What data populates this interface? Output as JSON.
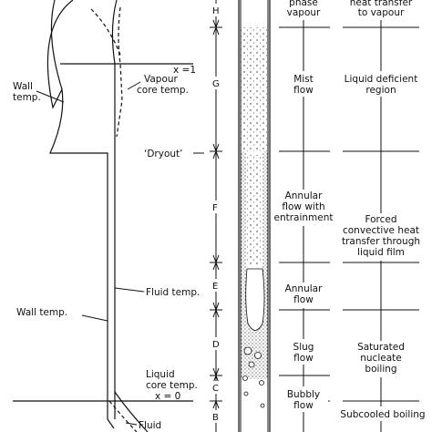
{
  "left_labels": {
    "x_one": "x =1",
    "wall_temp_top": [
      "Wall",
      "temp."
    ],
    "vapour_core_temp": [
      "Vapour",
      "core temp."
    ],
    "dryout": "‘Dryout’",
    "fluid_temp": "Fluid temp.",
    "wall_temp_bottom": "Wall temp.",
    "liquid_core_temp": [
      "Liquid",
      "core temp."
    ],
    "x_zero": "x = 0",
    "fluid_bottom": "Fluid"
  },
  "zones": [
    "H",
    "G",
    "F",
    "E",
    "D",
    "C",
    "B"
  ],
  "flow_regimes": {
    "top": [
      "phase",
      "vapour"
    ],
    "mist": [
      "Mist",
      "flow"
    ],
    "annular_entrainment": [
      "Annular",
      "flow with",
      "entrainment"
    ],
    "annular": [
      "Annular",
      "flow"
    ],
    "slug": [
      "Slug",
      "flow"
    ],
    "bubbly": [
      "Bubbly",
      "flow"
    ]
  },
  "heat_transfer": {
    "top": [
      "heat transfer",
      "to vapour"
    ],
    "liquid_deficient": [
      "Liquid deficient",
      "region"
    ],
    "forced_convective": [
      "Forced",
      "convective heat",
      "transfer through",
      "liquid film"
    ],
    "saturated_nucleate": [
      "Saturated",
      "nucleate",
      "boiling"
    ],
    "subcooled": "Subcooled boiling"
  }
}
